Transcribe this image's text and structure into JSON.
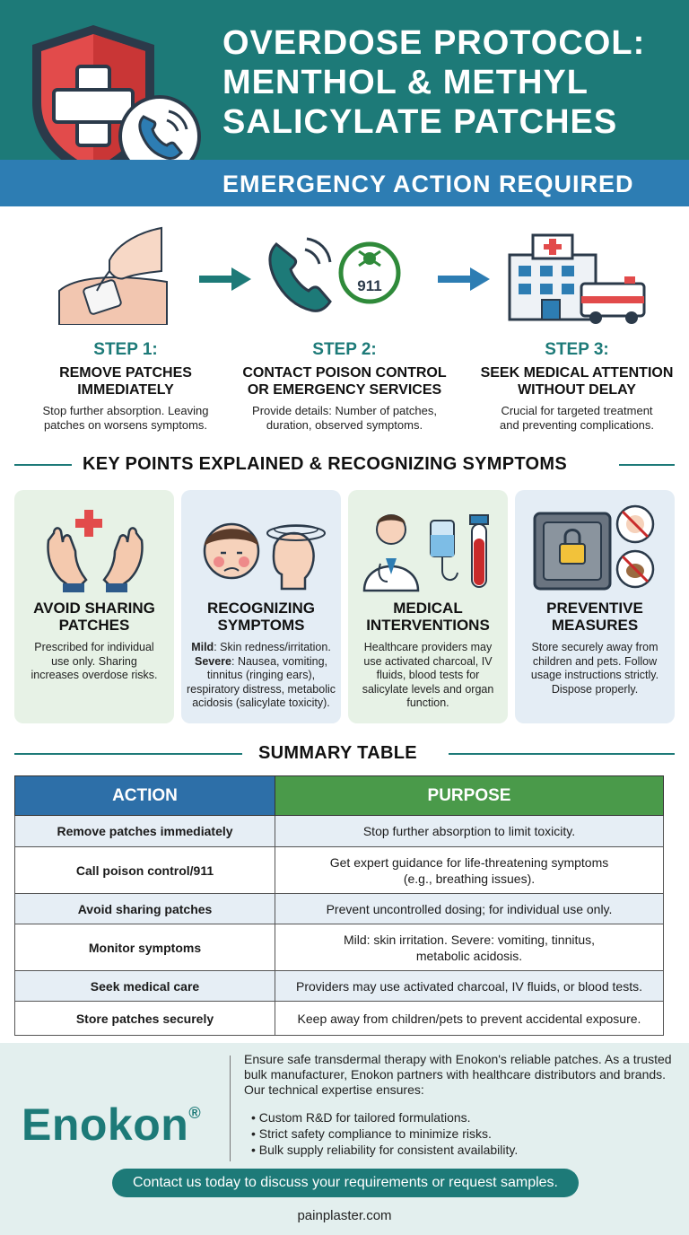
{
  "header": {
    "title_lines": [
      "OVERDOSE PROTOCOL:",
      "MENTHOL & METHYL",
      "SALICYLATE PATCHES"
    ],
    "banner": "EMERGENCY ACTION REQUIRED",
    "colors": {
      "teal": "#1d7a78",
      "blue": "#2d7db3"
    },
    "icons": [
      "medical-shield-icon",
      "phone-call-icon"
    ]
  },
  "steps": [
    {
      "number": "STEP 1:",
      "title_lines": [
        "REMOVE PATCHES",
        "IMMEDIATELY"
      ],
      "desc_lines": [
        "Stop further absorption. Leaving",
        "patches on worsens symptoms."
      ],
      "icon": "hand-peeling-patch-icon"
    },
    {
      "number": "STEP 2:",
      "title_lines": [
        "CONTACT POISON CONTROL",
        "OR EMERGENCY SERVICES"
      ],
      "desc_lines": [
        "Provide details: Number of patches,",
        "duration, observed symptoms."
      ],
      "icon": "phone-911-icon",
      "badge": "911"
    },
    {
      "number": "STEP 3:",
      "title_lines": [
        "SEEK MEDICAL ATTENTION",
        "WITHOUT DELAY"
      ],
      "desc_lines": [
        "Crucial for targeted treatment",
        "and preventing complications."
      ],
      "icon": "hospital-ambulance-icon"
    }
  ],
  "key_points": {
    "heading": "KEY POINTS EXPLAINED & RECOGNIZING SYMPTOMS",
    "cards": [
      {
        "title_lines": [
          "AVOID SHARING",
          "PATCHES"
        ],
        "desc_lines": [
          "Prescribed for individual",
          "use only. Sharing",
          "increases overdose risks."
        ],
        "icon": "hands-medical-icon",
        "bg": "#e7f2e6"
      },
      {
        "title_lines": [
          "RECOGNIZING",
          "SYMPTOMS"
        ],
        "mild_label": "Mild",
        "mild_text": ": Skin redness/irritation.",
        "severe_label": "Severe",
        "severe_text": ": Nausea, vomiting, tinnitus (ringing ears), respiratory distress, metabolic acidosis (salicylate toxicity).",
        "icon": "dizzy-person-icon",
        "bg": "#e4edf5"
      },
      {
        "title_lines": [
          "MEDICAL",
          "INTERVENTIONS"
        ],
        "desc_lines": [
          "Healthcare providers may",
          "use activated charcoal, IV",
          "fluids, blood tests for",
          "salicylate levels and organ",
          "function."
        ],
        "icon": "doctor-iv-bloodtest-icon",
        "bg": "#e7f2e6"
      },
      {
        "title_lines": [
          "PREVENTIVE",
          "MEASURES"
        ],
        "desc_lines": [
          "Store securely away from",
          "children and pets. Follow",
          "usage instructions strictly.",
          "Dispose properly."
        ],
        "icon": "safe-lock-no-kids-pets-icon",
        "bg": "#e4edf5"
      }
    ]
  },
  "summary": {
    "heading": "SUMMARY TABLE",
    "headers": [
      "ACTION",
      "PURPOSE"
    ],
    "header_colors": [
      "#2d6fa8",
      "#4a9a4a"
    ],
    "rows": [
      {
        "action": "Remove patches immediately",
        "purpose": "Stop further absorption to limit toxicity."
      },
      {
        "action": "Call poison control/911",
        "purpose": "Get expert guidance for life-threatening symptoms (e.g., breathing issues)."
      },
      {
        "action": "Avoid sharing patches",
        "purpose": "Prevent uncontrolled dosing; for individual use only."
      },
      {
        "action": "Monitor symptoms",
        "purpose": "Mild: skin irritation. Severe: vomiting, tinnitus, metabolic acidosis."
      },
      {
        "action": "Seek medical care",
        "purpose": "Providers may use activated charcoal, IV fluids, or blood tests."
      },
      {
        "action": "Store patches securely",
        "purpose": "Keep away from children/pets to prevent accidental exposure."
      }
    ]
  },
  "footer": {
    "logo": "Enokon",
    "logo_mark": "®",
    "intro": "Ensure safe transdermal therapy with Enokon's reliable patches. As a trusted bulk manufacturer, Enokon partners with healthcare distributors and brands. Our technical expertise ensures:",
    "bullets": [
      "Custom R&D for tailored formulations.",
      "Strict safety compliance to minimize risks.",
      "Bulk supply reliability for consistent availability."
    ],
    "cta": "Contact us today to discuss your requirements or request samples.",
    "site": "painplaster.com"
  }
}
